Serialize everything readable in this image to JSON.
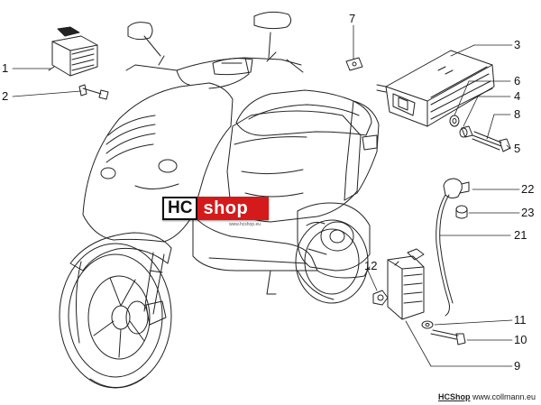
{
  "diagram": {
    "part_numbers": [
      "1",
      "2",
      "3",
      "4",
      "5",
      "6",
      "7",
      "8",
      "9",
      "10",
      "11",
      "12",
      "21",
      "22",
      "23"
    ]
  },
  "logo": {
    "hc": "HC",
    "shop": "shop",
    "url": "www.hcshop.eu"
  },
  "footer": {
    "brand": "HCShop",
    "url": "www.collmann.eu"
  },
  "colors": {
    "line": "#222222",
    "logo_red": "#d41a1a",
    "background": "#ffffff"
  }
}
